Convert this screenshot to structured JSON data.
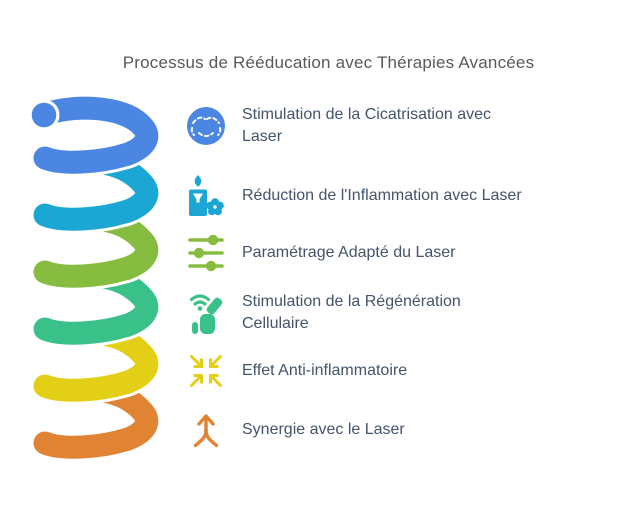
{
  "title": "Processus de Rééducation avec Thérapies Avancées",
  "colors": {
    "background": "#ffffff",
    "title_text": "#595959",
    "item_text": "#44546a",
    "blue": "#4a86e2",
    "cyan": "#1ba6d4",
    "green": "#86bd40",
    "emerald": "#3ac189",
    "yellow": "#e3cf16",
    "orange": "#e08434"
  },
  "spiral": {
    "type": "coil",
    "loop_colors_top_to_bottom": [
      "#4a86e2",
      "#1ba6d4",
      "#86bd40",
      "#3ac189",
      "#e3cf16",
      "#e08434"
    ]
  },
  "items": [
    {
      "icon": "brain-icon",
      "color": "#4a86e2",
      "label": "Stimulation de la Cicatrisation avec\nLaser"
    },
    {
      "icon": "candle-flower-icon",
      "color": "#1ba6d4",
      "label": "Réduction de l'Inflammation avec Laser"
    },
    {
      "icon": "sliders-icon",
      "color": "#86bd40",
      "label": "Paramétrage Adapté du Laser"
    },
    {
      "icon": "signal-hand-icon",
      "color": "#3ac189",
      "label": "Stimulation de la Régénération\nCellulaire"
    },
    {
      "icon": "compress-arrows-icon",
      "color": "#e3cf16",
      "label": "Effet Anti-inflammatoire"
    },
    {
      "icon": "merge-up-arrow-icon",
      "color": "#e08434",
      "label": "Synergie avec le Laser"
    }
  ]
}
